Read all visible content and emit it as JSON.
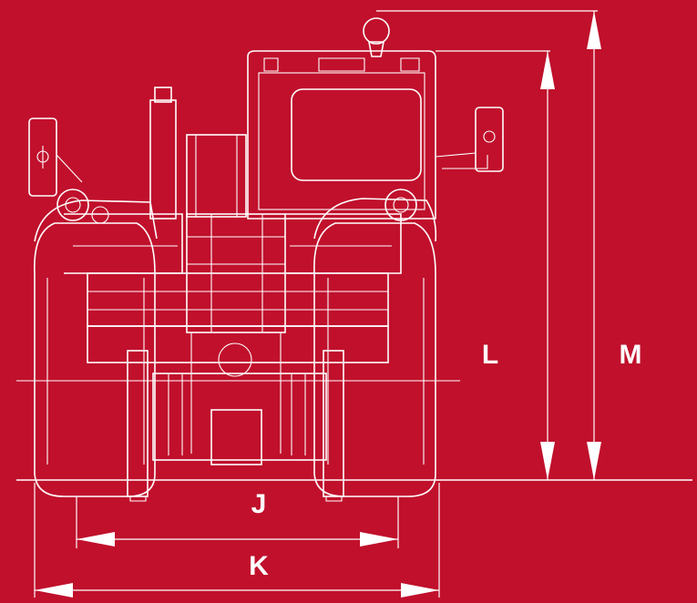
{
  "diagram": {
    "background_color": "#c0102c",
    "line_color": "#ffffff",
    "dimensions": {
      "j": "J",
      "k": "K",
      "l": "L",
      "m": "M"
    }
  }
}
